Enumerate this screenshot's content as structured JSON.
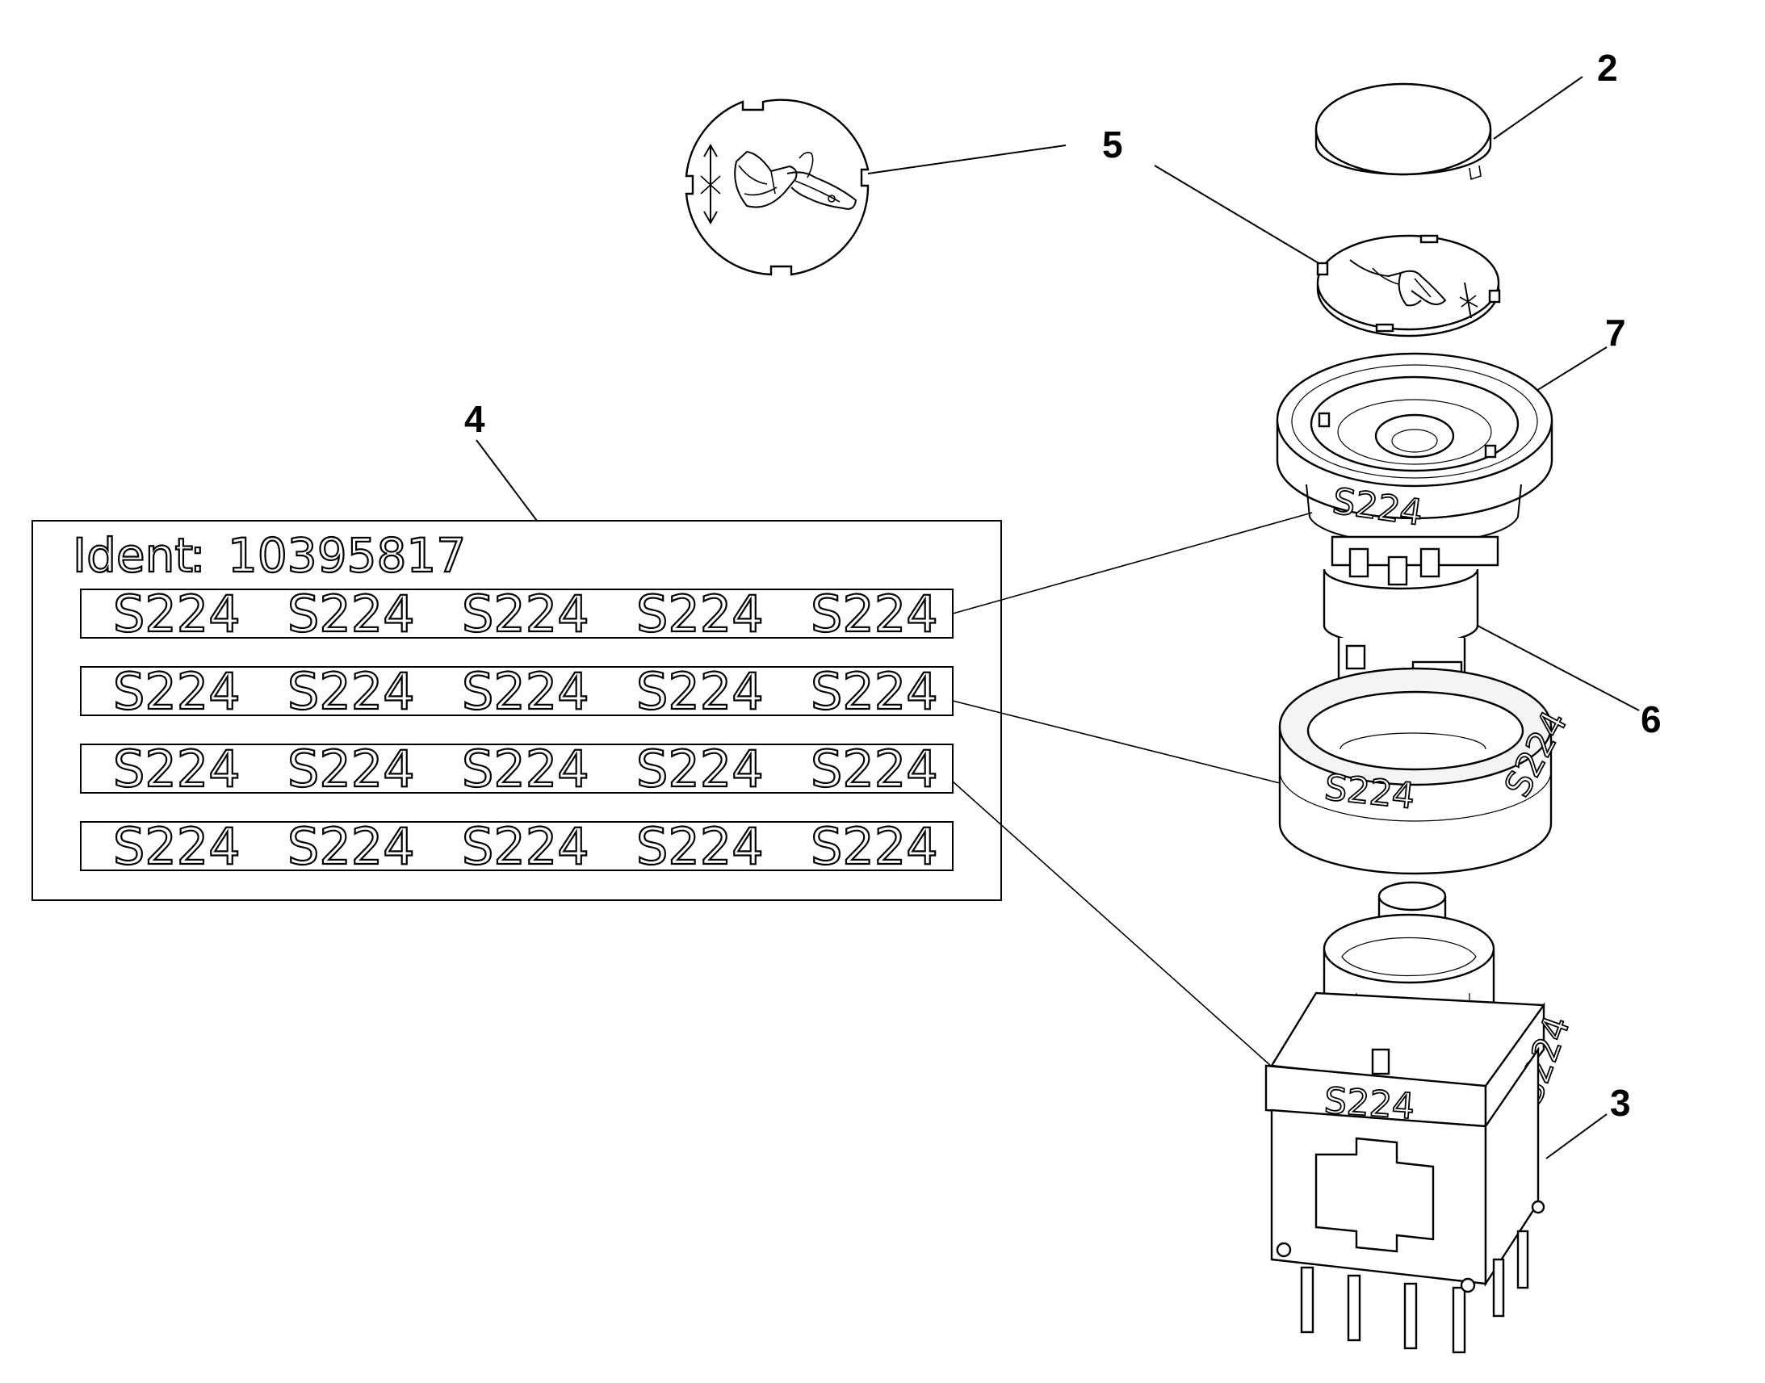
{
  "callouts": {
    "c2": "2",
    "c3": "3",
    "c4": "4",
    "c5": "5",
    "c6": "6",
    "c7": "7"
  },
  "label_sheet": {
    "ident_label": "Ident",
    "ident_sep": ":",
    "ident_value": "10395817",
    "rows": [
      [
        "S224",
        "S224",
        "S224",
        "S224",
        "S224"
      ],
      [
        "S224",
        "S224",
        "S224",
        "S224",
        "S224"
      ],
      [
        "S224",
        "S224",
        "S224",
        "S224",
        "S224"
      ],
      [
        "S224",
        "S224",
        "S224",
        "S224",
        "S224"
      ]
    ]
  },
  "part_markings": {
    "top_ring": "S224",
    "mid_ring": "S224",
    "mid_ring_side": "S224",
    "base_front": "S224",
    "base_side": "S224"
  }
}
